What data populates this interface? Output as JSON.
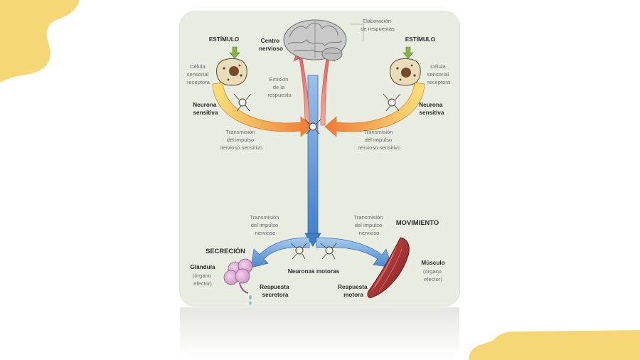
{
  "colors": {
    "accent_yellow": "#f6d776",
    "card_background": "#e9ece1",
    "sensory_arrow": "#f29a3a",
    "motor_arrow": "#5f9ad6",
    "efferent_red": "#e2646a"
  },
  "diagram": {
    "brain": {
      "center_label": [
        "Centro",
        "nervioso"
      ],
      "elaboration": [
        "Elaboración",
        "de respuestas"
      ],
      "emission": [
        "Emisión",
        "de la",
        "respuesta"
      ]
    },
    "left_input": {
      "stimulus": "ESTÍMULO",
      "receptor_cell": [
        "Célula",
        "sensorial",
        "receptora"
      ],
      "neuron": [
        "Neurona",
        "sensitiva"
      ],
      "transmission": [
        "Transmisión",
        "del impulso",
        "nervioso sensitivo"
      ]
    },
    "right_input": {
      "stimulus": "ESTÍMULO",
      "receptor_cell": [
        "Célula",
        "sensorial",
        "receptora"
      ],
      "neuron": [
        "Neurona",
        "sensitiva"
      ],
      "transmission": [
        "Transmisión",
        "del impulso",
        "nervioso sensitivo"
      ]
    },
    "motor": {
      "left_transmission": [
        "Transmisión",
        "del impulso",
        "nervioso"
      ],
      "right_transmission": [
        "Transmisión",
        "del impulso",
        "nervioso"
      ],
      "neurons": "Neuronas motoras"
    },
    "left_output": {
      "heading": "SECRECIÓN",
      "organ": [
        "Glándula",
        "(órgano",
        "efector)"
      ],
      "response": [
        "Respuesta",
        "secretora"
      ]
    },
    "right_output": {
      "heading": "MOVIMIENTO",
      "organ": [
        "Músculo",
        "(órgano",
        "efector)"
      ],
      "response": [
        "Respuesta",
        "motora"
      ]
    }
  }
}
